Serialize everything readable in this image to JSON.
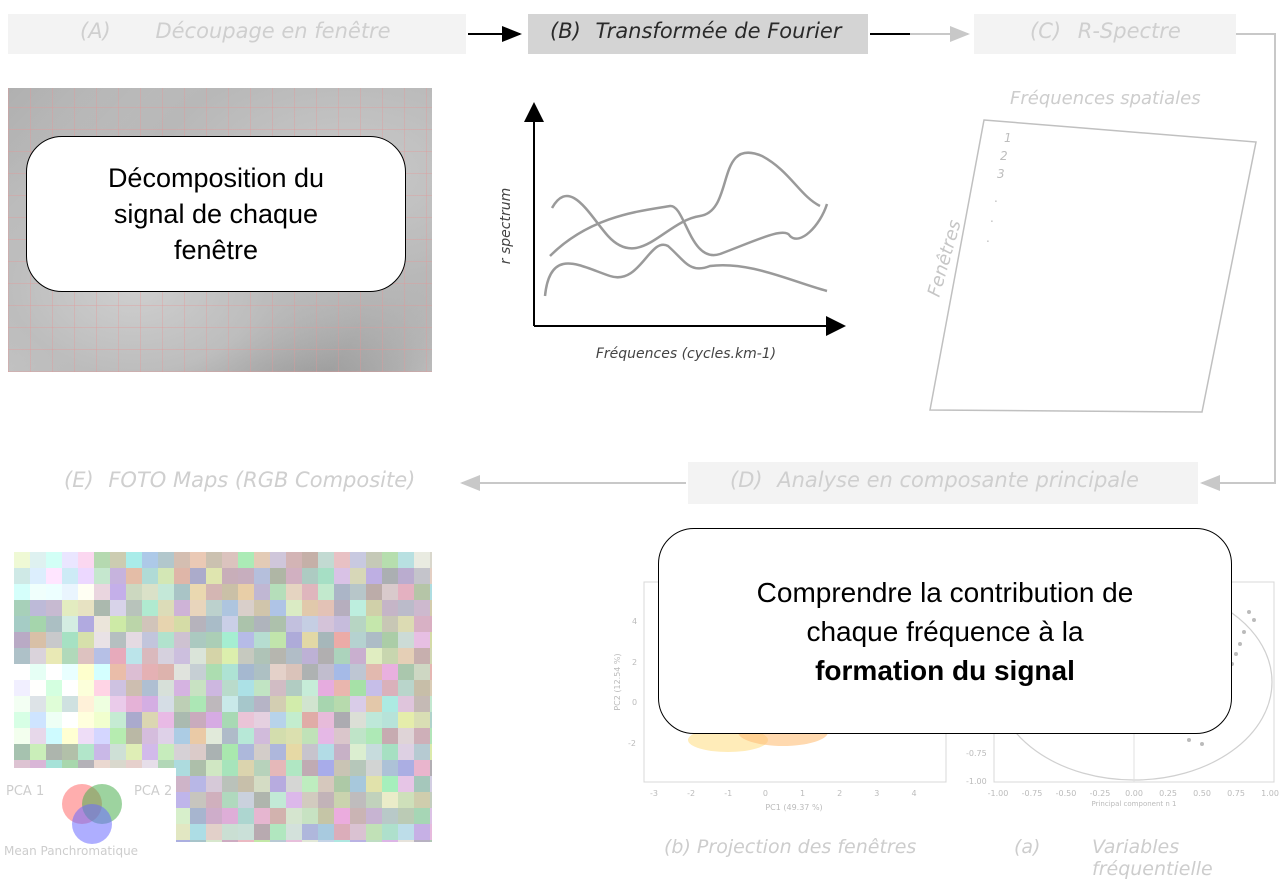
{
  "steps": {
    "a": {
      "id": "(A)",
      "label": "Découpage en fenêtre"
    },
    "b": {
      "id": "(B)",
      "label": "Transformée de Fourier"
    },
    "c": {
      "id": "(C)",
      "label": "R-Spectre"
    },
    "d": {
      "id": "(D)",
      "label": "Analyse en composante principale"
    },
    "e": {
      "id": "(E)",
      "label": "FOTO Maps (RGB Composite)"
    }
  },
  "callouts": {
    "top": {
      "lines": [
        "Décomposition du",
        "signal de chaque",
        "fenêtre"
      ]
    },
    "bottom": {
      "line1": "Comprendre la contribution de",
      "line2": "chaque fréquence à la",
      "line3_bold": "formation du signal"
    }
  },
  "fourier": {
    "ylabel": "r spectrum",
    "xlabel": "Fréquences (cycles.km-1)"
  },
  "rspectre": {
    "top_label": "Fréquences spatiales",
    "side_label": "Fenêtres",
    "indices": [
      "1",
      "2",
      "3",
      ".",
      ".",
      "."
    ]
  },
  "pca": {
    "projection_caption": "(b) Projection des fenêtres",
    "variables_caption_id": "(a)",
    "variables_caption": "Variables fréquentielle",
    "pc1_label": "PC1 (49.37 %)",
    "pc2_label": "PC2 (12.54 %)",
    "principal_label": "Principal component n 1",
    "left_x_ticks": [
      "-3",
      "-2",
      "-1",
      "0",
      "1",
      "2",
      "3",
      "4"
    ],
    "left_y_ticks": [
      "4",
      "2",
      "0",
      "-2"
    ],
    "right_x_ticks": [
      "-1.00",
      "-0.75",
      "-0.50",
      "-0.25",
      "0.00",
      "0.25",
      "0.50",
      "0.75",
      "1.00"
    ],
    "right_y_ticks": [
      "-0.75",
      "-1.00"
    ]
  },
  "foto": {
    "pca1": "PCA 1",
    "pca2": "PCA 2",
    "mean": "Mean Panchromatique"
  },
  "colors": {
    "arrow_active": "#000000",
    "arrow_faded": "#c8c8c8",
    "accent_box": "#d4d4d4"
  }
}
